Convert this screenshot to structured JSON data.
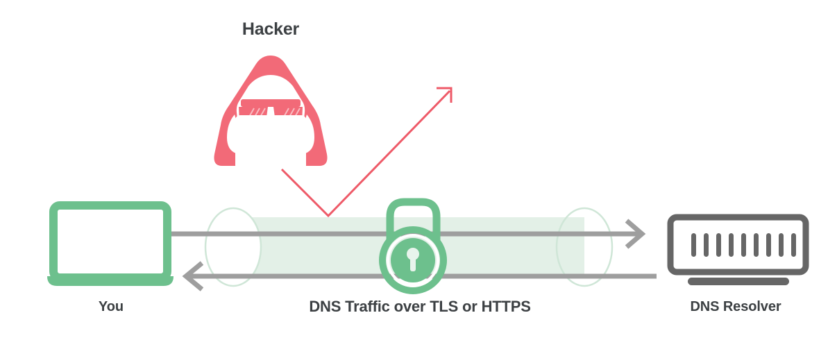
{
  "diagram": {
    "title": "DNS Traffic over TLS or HTTPS",
    "type": "network-security-diagram",
    "background_color": "#FFFFFF",
    "nodes": {
      "hacker": {
        "label": "Hacker",
        "icon": "hacker-hoodie-laptop-icon",
        "color": "#F26A78",
        "position": "top-center-left"
      },
      "client": {
        "label": "You",
        "icon": "laptop-icon",
        "color": "#6DC08D",
        "position": "left"
      },
      "tunnel": {
        "label": "DNS Traffic over TLS or HTTPS",
        "icon": "encrypted-tunnel-icon",
        "fill_color": "#E3F0E7",
        "outline_color": "#CFE6D7",
        "position": "center"
      },
      "lock": {
        "icon": "padlock-icon",
        "color": "#6DC08D",
        "state": "locked",
        "position": "center"
      },
      "resolver": {
        "label": "DNS Resolver",
        "icon": "server-rack-icon",
        "color": "#666666",
        "bar_count": 9,
        "position": "right"
      }
    },
    "connections": {
      "outbound_arrow": {
        "name": "client-to-resolver-arrow",
        "direction": "right",
        "color": "#9E9E9E"
      },
      "inbound_arrow": {
        "name": "resolver-to-client-arrow",
        "direction": "left",
        "color": "#9E9E9E"
      },
      "attack_arrow": {
        "name": "hacker-deflected-arrow",
        "direction": "deflected-up-right",
        "color": "#EE5A68",
        "meaning": "intercept attempt blocked by encryption"
      }
    },
    "colors": {
      "accent_red": "#F26A78",
      "accent_green": "#6DC08D",
      "tunnel_fill": "#E3F0E7",
      "arrow_gray": "#9E9E9E",
      "resolver_gray": "#666666",
      "text_dark": "#3C4043"
    }
  }
}
